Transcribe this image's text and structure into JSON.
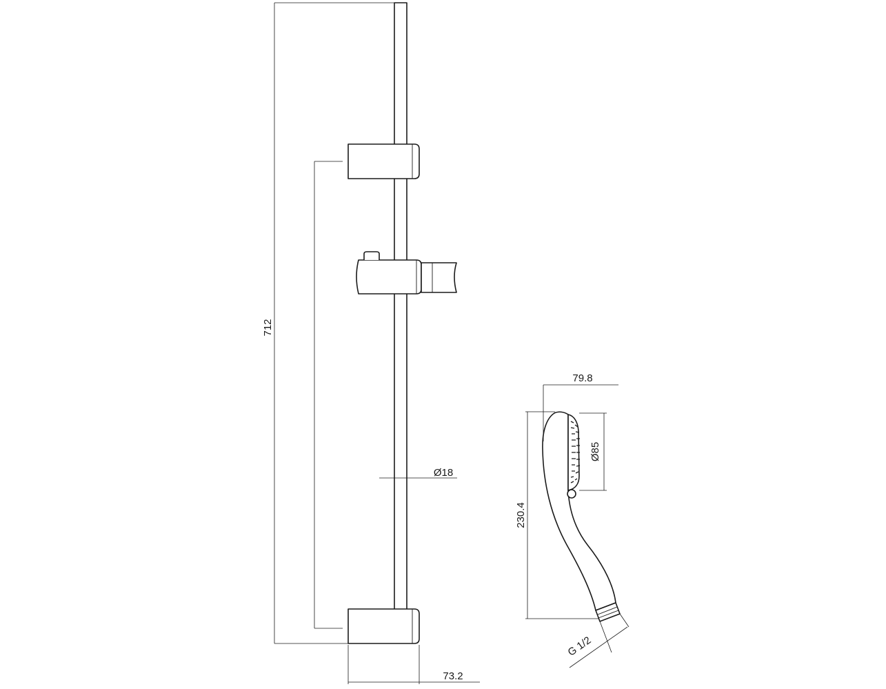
{
  "dimensions": {
    "rail_height": "712",
    "rail_diameter": "Ø18",
    "rail_depth": "73.2",
    "handshower_width": "79.8",
    "handshower_head_diameter": "Ø85",
    "handshower_length": "230.4",
    "connection_thread": "G 1/2"
  }
}
